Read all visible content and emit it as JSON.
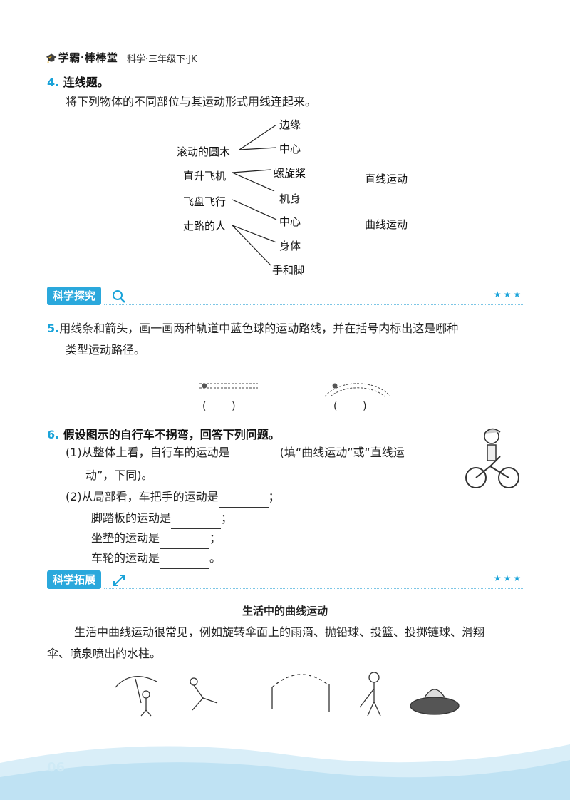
{
  "header": {
    "logo": "学霸·棒棒堂",
    "subtitle": "科学·三年级下·JK"
  },
  "q4": {
    "number": "4.",
    "title": "连线题。",
    "instruction": "将下列物体的不同部位与其运动形式用线连起来。",
    "objects": [
      "滚动的圆木",
      "直升飞机",
      "飞盘飞行",
      "走路的人"
    ],
    "parts": [
      "边缘",
      "中心",
      "螺旋桨",
      "机身",
      "中心",
      "身体",
      "手和脚"
    ],
    "motions": [
      "直线运动",
      "曲线运动"
    ]
  },
  "section1": {
    "label": "科学探究",
    "stars": "★★★"
  },
  "q5": {
    "number": "5.",
    "line1": "用线条和箭头，画一画两种轨道中蓝色球的运动路线，并在括号内标出这是哪种",
    "line2": "类型运动路径。",
    "bracket_left": "(        )",
    "bracket_right": "(        )"
  },
  "q6": {
    "number": "6.",
    "title": "假设图示的自行车不拐弯，回答下列问题。",
    "p1a": "(1)从整体上看，自行车的运动是",
    "p1b": "(填“曲线运动”或“直线运",
    "p1c": "动”，下同)。",
    "p2a": "(2)从局部看，车把手的运动是",
    "p2b": "脚踏板的运动是",
    "p2c": "坐垫的运动是",
    "p2d": "车轮的运动是",
    "semi": "；",
    "period": "。"
  },
  "section2": {
    "label": "科学拓展",
    "stars": "★★★"
  },
  "reading": {
    "title": "生活中的曲线运动",
    "line1": "生活中曲线运动很常见，例如旋转伞面上的雨滴、抛铅球、投篮、投掷链球、滑翔",
    "line2": "伞、喷泉喷出的水柱。"
  },
  "footer": {
    "page": "06"
  },
  "colors": {
    "accent": "#1aa3d9",
    "section": "#2aa8dc"
  }
}
